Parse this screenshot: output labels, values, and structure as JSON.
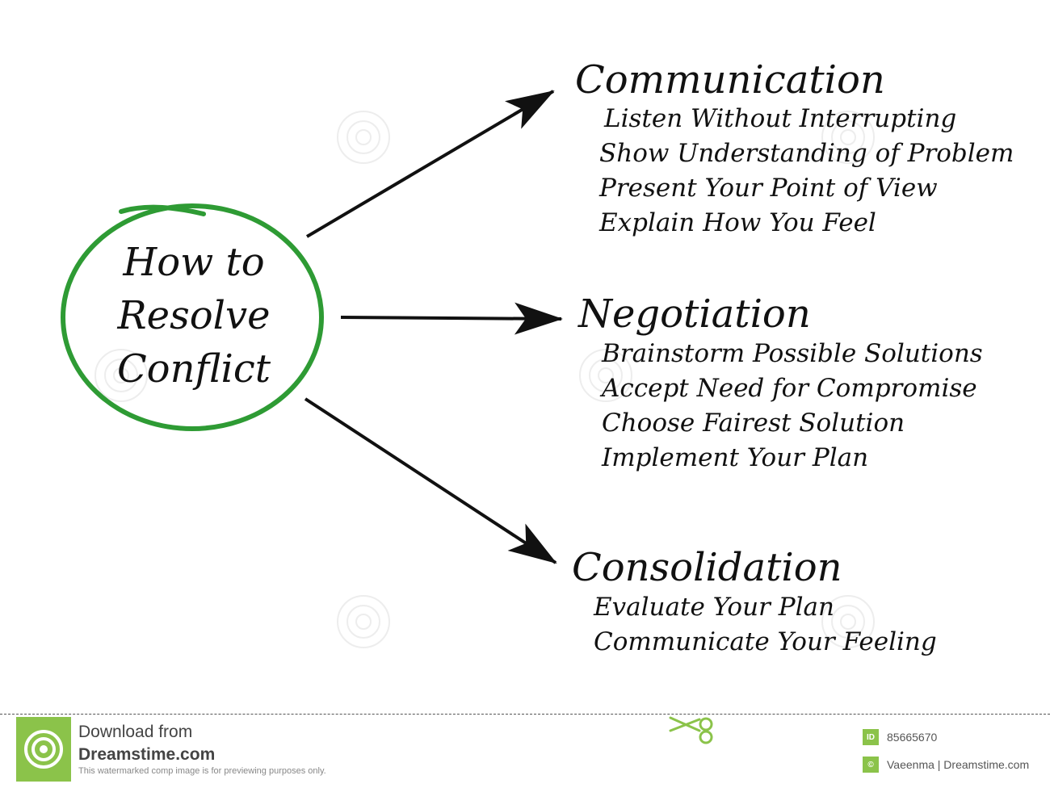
{
  "center": {
    "lines": [
      "How to",
      "Resolve",
      "Conflict"
    ],
    "ring_color": "#2e9b34"
  },
  "branches": [
    {
      "heading": "Communication",
      "items": [
        "Listen Without Interrupting",
        "Show Understanding of Problem",
        "Present Your Point of View",
        "Explain How You Feel"
      ]
    },
    {
      "heading": "Negotiation",
      "items": [
        "Brainstorm Possible Solutions",
        "Accept Need for Compromise",
        "Choose Fairest Solution",
        "Implement Your Plan"
      ]
    },
    {
      "heading": "Consolidation",
      "items": [
        "Evaluate Your Plan",
        "Communicate Your Feeling"
      ]
    }
  ],
  "footer": {
    "download_line1": "Download from",
    "download_line2": "Dreamstime.com",
    "note": "This watermarked comp image is for previewing purposes only.",
    "id_badge": "ID",
    "image_id": "85665670",
    "author": "Vaeenma | Dreamstime.com",
    "brand_color": "#8bc34a",
    "icons": [
      "spiral-logo-icon",
      "scissors-icon",
      "copyright-icon"
    ]
  }
}
